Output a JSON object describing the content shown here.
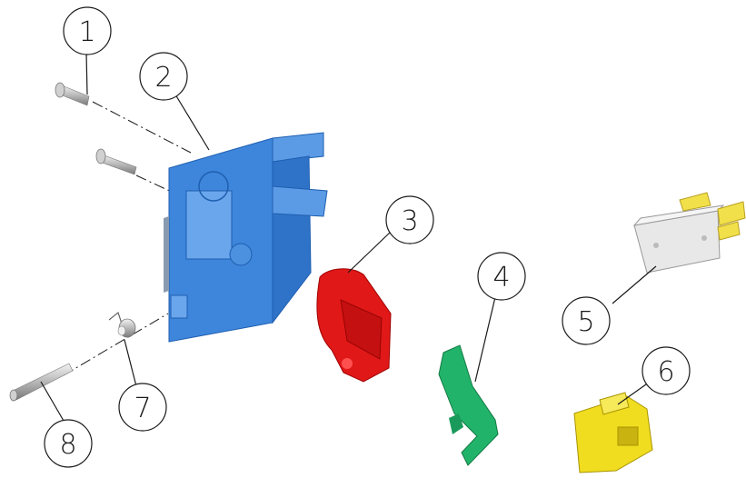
{
  "diagram": {
    "callouts": [
      {
        "id": "callout-1",
        "label": "1"
      },
      {
        "id": "callout-2",
        "label": "2"
      },
      {
        "id": "callout-3",
        "label": "3"
      },
      {
        "id": "callout-4",
        "label": "4"
      },
      {
        "id": "callout-5",
        "label": "5"
      },
      {
        "id": "callout-6",
        "label": "6"
      },
      {
        "id": "callout-7",
        "label": "7"
      },
      {
        "id": "callout-8",
        "label": "8"
      }
    ],
    "colors": {
      "housing": "#4a90e0",
      "lever": "#e02020",
      "spring_arm": "#22b36a",
      "microswitch": "#e6e6e6",
      "bracket": "#f0e020",
      "metal": "#c8c8c8"
    }
  }
}
